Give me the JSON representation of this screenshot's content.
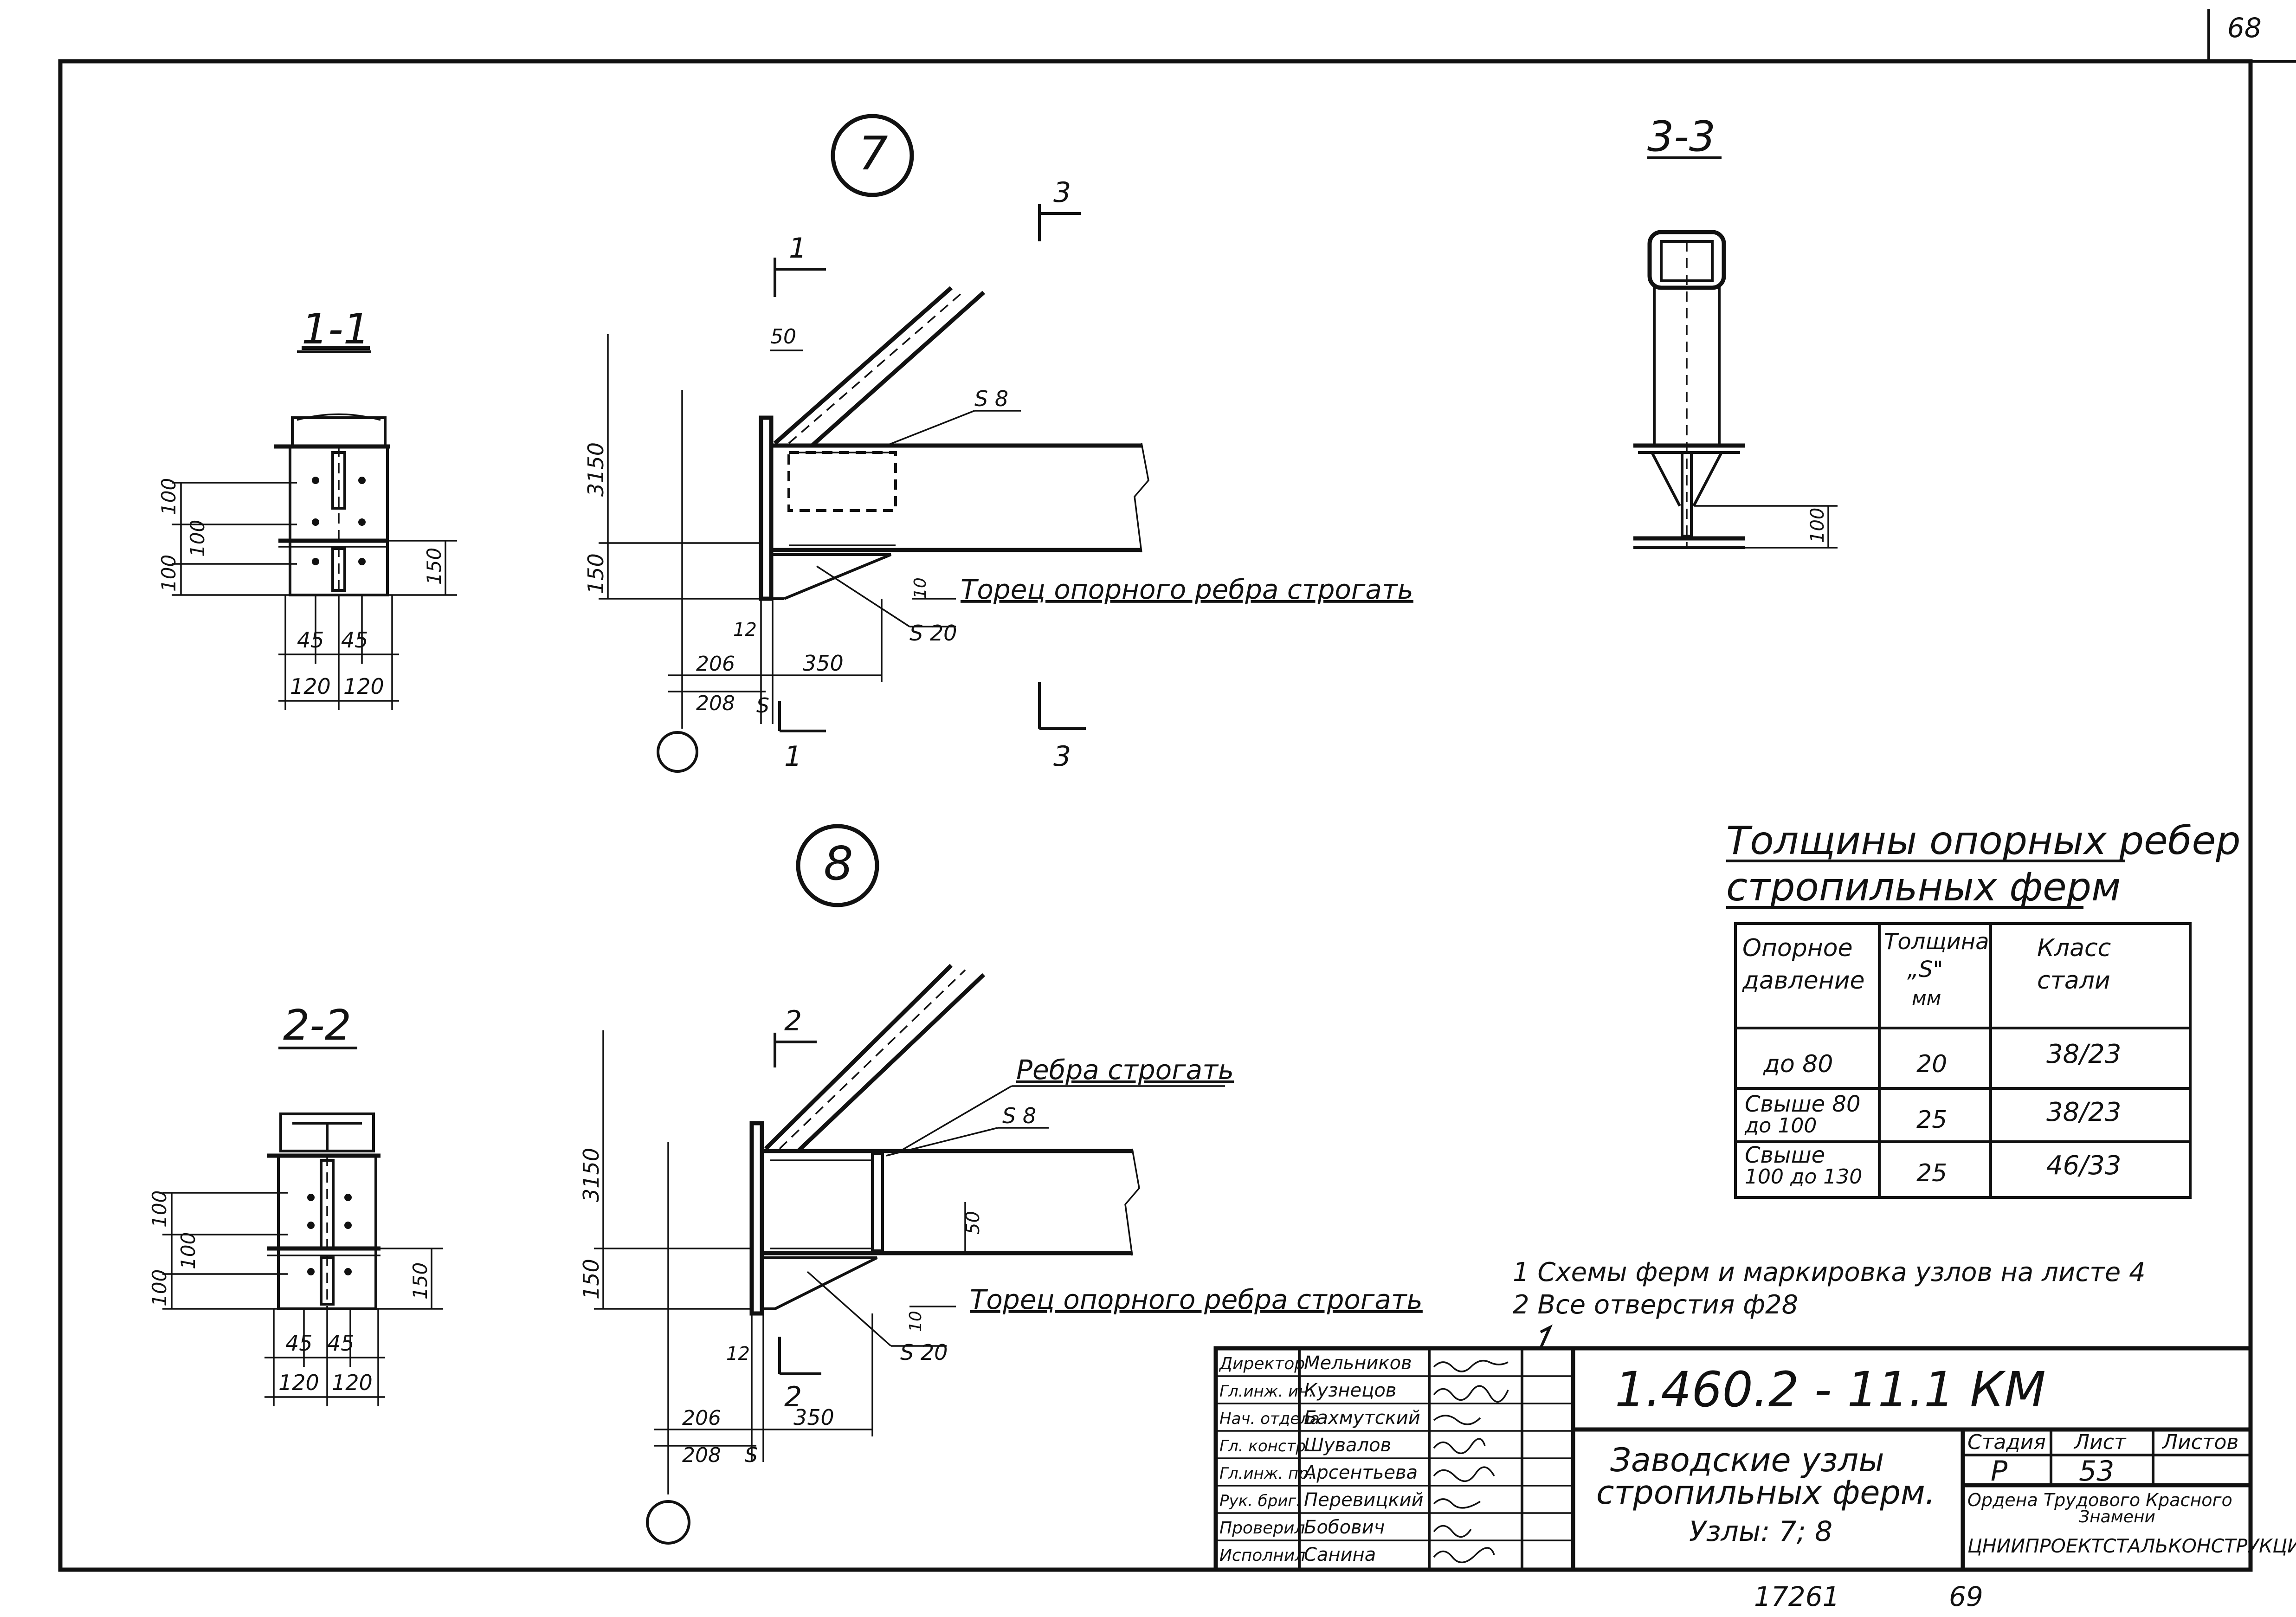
{
  "page_number": "68",
  "bottom_marks": [
    "17261",
    "69"
  ],
  "nodes": {
    "node7": {
      "number": "7",
      "section_top": "1",
      "section_bottom": "1",
      "section3_top": "3",
      "section3_bottom": "3",
      "dims": {
        "d50": "50",
        "d3150": "3150",
        "d150": "150",
        "d10": "10",
        "d12": "12",
        "d206": "206",
        "d208": "208",
        "d350": "350",
        "s_gap": "S"
      },
      "thk_s8": "S 8",
      "thk_s20": "S 20",
      "note": "Торец опорного ребра строгать"
    },
    "node8": {
      "number": "8",
      "section_top": "2",
      "section_bottom": "2",
      "ribs_note": "Ребра строгать",
      "dims": {
        "d50": "50",
        "d3150": "3150",
        "d150": "150",
        "d10": "10",
        "d12": "12",
        "d206": "206",
        "d208": "208",
        "d350": "350",
        "s_gap": "S"
      },
      "thk_s8": "S 8",
      "thk_s20": "S 20",
      "note": "Торец опорного ребра строгать"
    }
  },
  "sections": {
    "s11": {
      "title": "1-1",
      "dims": {
        "d100a": "100",
        "d100b": "100",
        "d100c": "100",
        "d150": "150",
        "d45a": "45",
        "d45b": "45",
        "d120a": "120",
        "d120b": "120"
      }
    },
    "s22": {
      "title": "2-2",
      "dims": {
        "d100a": "100",
        "d100b": "100",
        "d100c": "100",
        "d150": "150",
        "d45a": "45",
        "d45b": "45",
        "d120a": "120",
        "d120b": "120"
      }
    },
    "s33": {
      "title": "3-3",
      "dims": {
        "d100": "100"
      }
    }
  },
  "thickness_table": {
    "title_line1": "Толщины опорных ребер",
    "title_line2": "стропильных ферм",
    "headers": [
      [
        "Опорное",
        "давление"
      ],
      [
        "Толщина",
        "„S\"",
        "мм"
      ],
      [
        "Класс",
        "стали"
      ]
    ],
    "rows": [
      {
        "pressure": [
          "до 80"
        ],
        "thickness": "20",
        "steel": "38/23"
      },
      {
        "pressure": [
          "Свыше 80",
          "до 100"
        ],
        "thickness": "25",
        "steel": "38/23"
      },
      {
        "pressure": [
          "Свыше",
          "100 до 130"
        ],
        "thickness": "25",
        "steel": "46/33"
      }
    ]
  },
  "notes": [
    "1  Схемы ферм и маркировка узлов на листе 4",
    "2  Все отверстия ф28"
  ],
  "title_block": {
    "signers": [
      {
        "role": "Директор",
        "name": "Мельников"
      },
      {
        "role": "Гл.инж. ин.",
        "name": "Кузнецов"
      },
      {
        "role": "Нач. отдела",
        "name": "Бахмутский"
      },
      {
        "role": "Гл. констр.",
        "name": "Шувалов"
      },
      {
        "role": "Гл.инж. пр.",
        "name": "Арсентьева"
      },
      {
        "role": "Рук. бриг.",
        "name": "Перевицкий"
      },
      {
        "role": "Проверил",
        "name": "Бобович"
      },
      {
        "role": "Исполнил",
        "name": "Санина"
      }
    ],
    "doc_code": "1.460.2 - 11.1  КМ",
    "title_lines": [
      "Заводские узлы",
      "стропильных ферм.",
      "Узлы: 7; 8"
    ],
    "stage_label": "Стадия",
    "sheet_label": "Лист",
    "sheets_label": "Листов",
    "stage": "Р",
    "sheet": "53",
    "sheets": "",
    "org_line1": "Ордена Трудового Красного",
    "org_line2": "Знамени",
    "org_name": "ЦНИИПРОЕКТСТАЛЬКОНСТРУКЦИЯ"
  }
}
